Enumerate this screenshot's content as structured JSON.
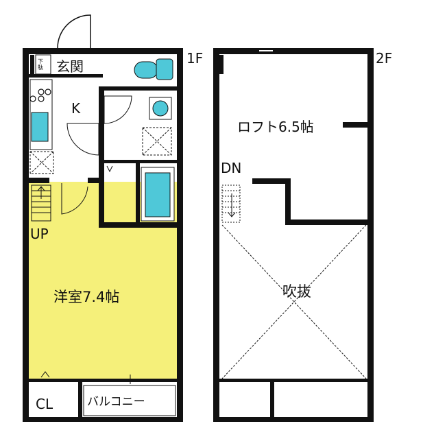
{
  "floor1": {
    "level": "1F",
    "entrance": "玄関",
    "shoe_storage": "下駄箱",
    "kitchen": "K",
    "stairs_up": "UP",
    "western_room": "洋室7.4帖",
    "closet": "CL",
    "balcony": "バルコニー"
  },
  "floor2": {
    "level": "2F",
    "loft": "ロフト6.5帖",
    "stairs_down": "DN",
    "void": "吹抜"
  },
  "colors": {
    "room_fill": "#f5f07a",
    "fixture_fill": "#4fc8d8",
    "wall": "#111111"
  }
}
